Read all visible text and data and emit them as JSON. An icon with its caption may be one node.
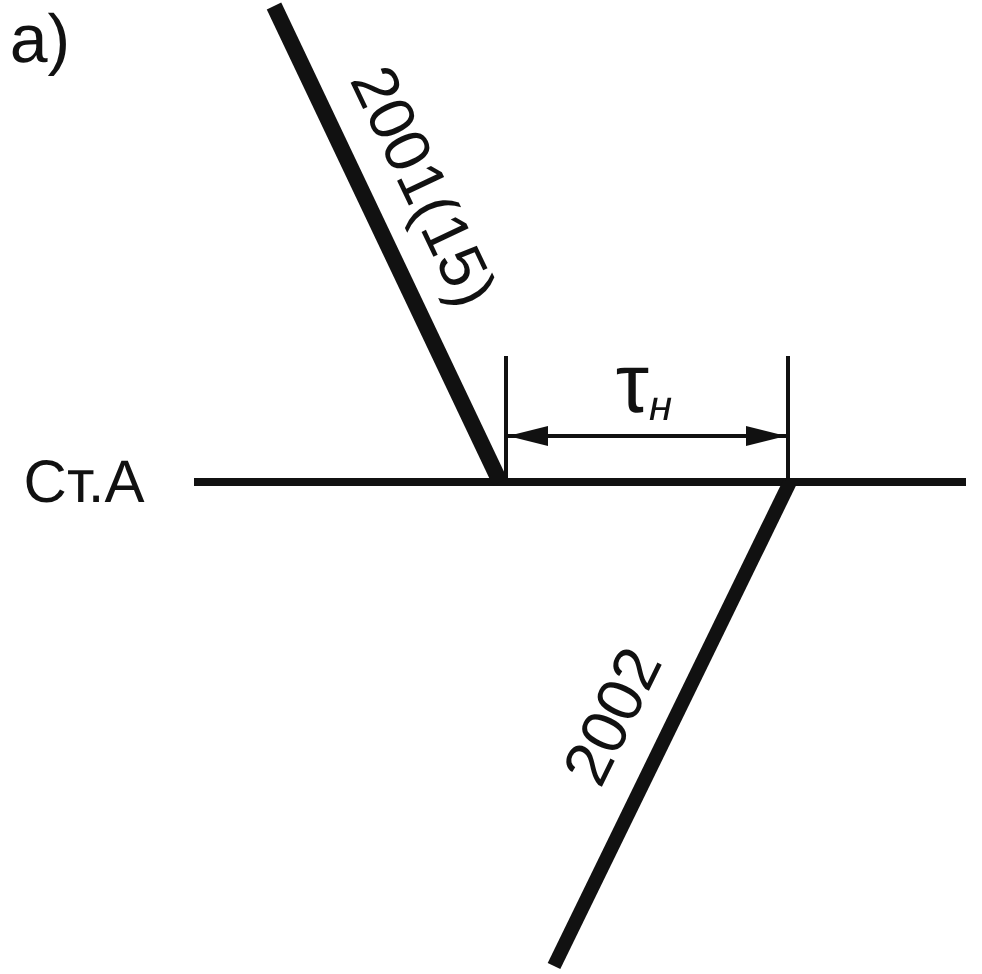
{
  "diagram": {
    "labels": [
      "а)",
      "2001(15)",
      "τ$_{н}$",
      "Ст.А",
      "2002"
    ]
  }
}
